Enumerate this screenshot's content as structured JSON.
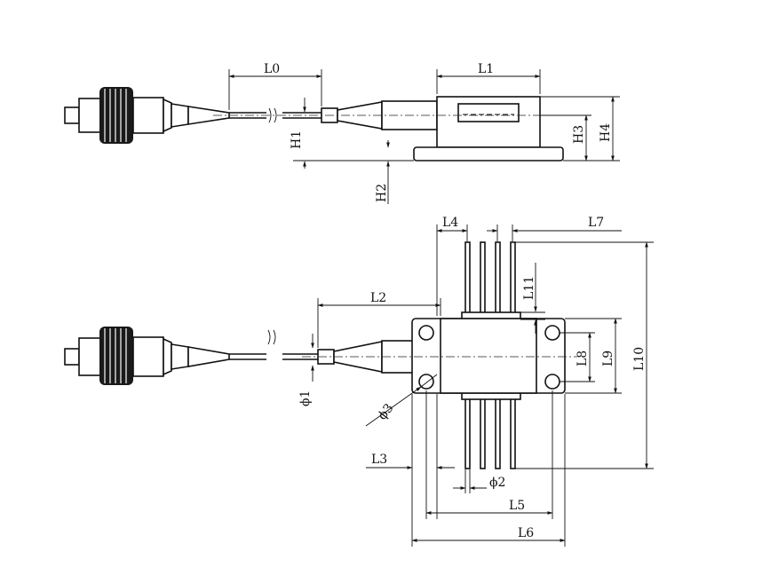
{
  "labels": {
    "L0": "L0",
    "L1": "L1",
    "L2": "L2",
    "L3": "L3",
    "L4": "L4",
    "L5": "L5",
    "L6": "L6",
    "L7": "L7",
    "L8": "L8",
    "L9": "L9",
    "L10": "L10",
    "L11": "L11",
    "H1": "H1",
    "H2": "H2",
    "H3": "H3",
    "H4": "H4",
    "phi1": "ϕ1",
    "phi2": "ϕ2",
    "phi3": "ϕ3"
  },
  "colors": {
    "ink": "#111111",
    "background": "#ffffff"
  }
}
